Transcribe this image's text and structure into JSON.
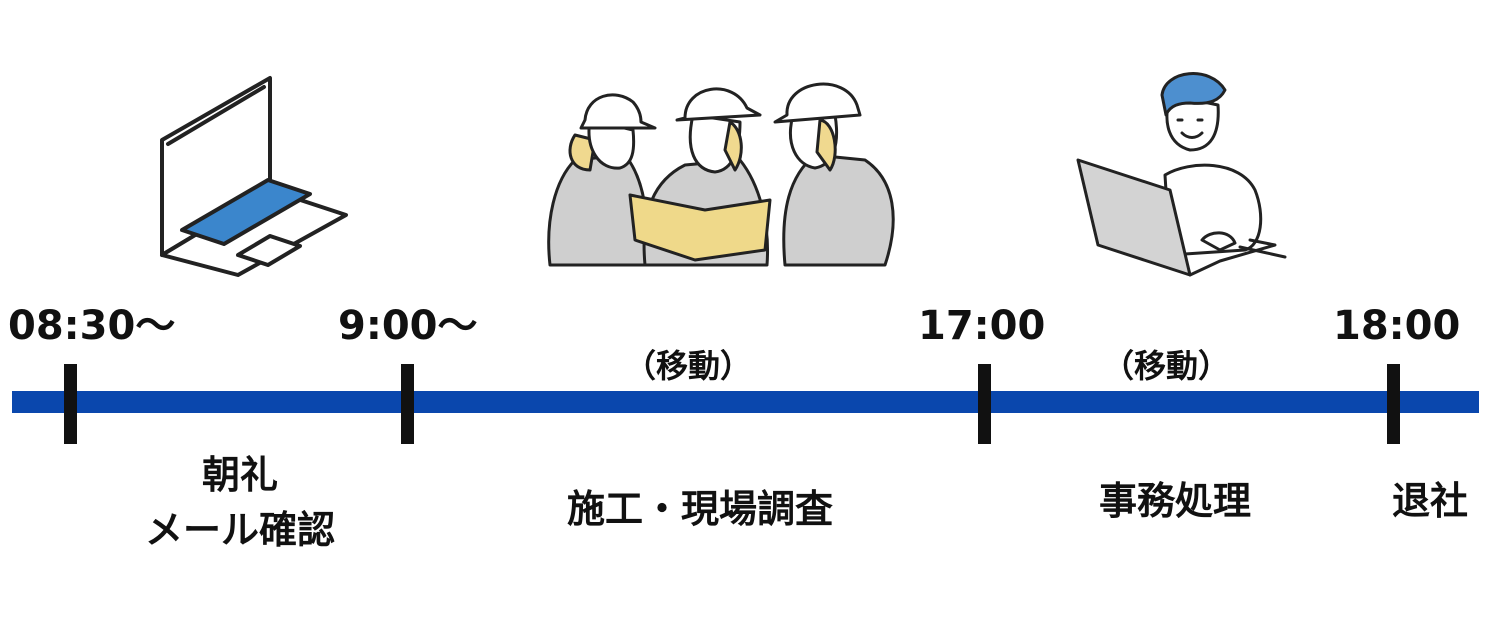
{
  "times": {
    "t0830": "08:30〜",
    "t0900": "9:00〜",
    "t1700": "17:00",
    "t1800": "18:00"
  },
  "moves": {
    "move1": "（移動）",
    "move2": "（移動）"
  },
  "activities": {
    "morning_line1": "朝礼",
    "morning_line2": "メール確認",
    "site": "施工・現場調査",
    "office": "事務処理",
    "leave": "退社"
  },
  "colors": {
    "timeline": "#0a47ad",
    "laptop_screen": "#3b86cc",
    "document": "#efd98a",
    "clothing": "#cfcfcf",
    "hair_blue": "#4d8fcf",
    "hair_yellow": "#f0d98f"
  },
  "icons": {
    "laptop": "laptop-icon",
    "workers": "construction-workers-illustration",
    "office_worker": "office-worker-at-laptop-illustration"
  }
}
